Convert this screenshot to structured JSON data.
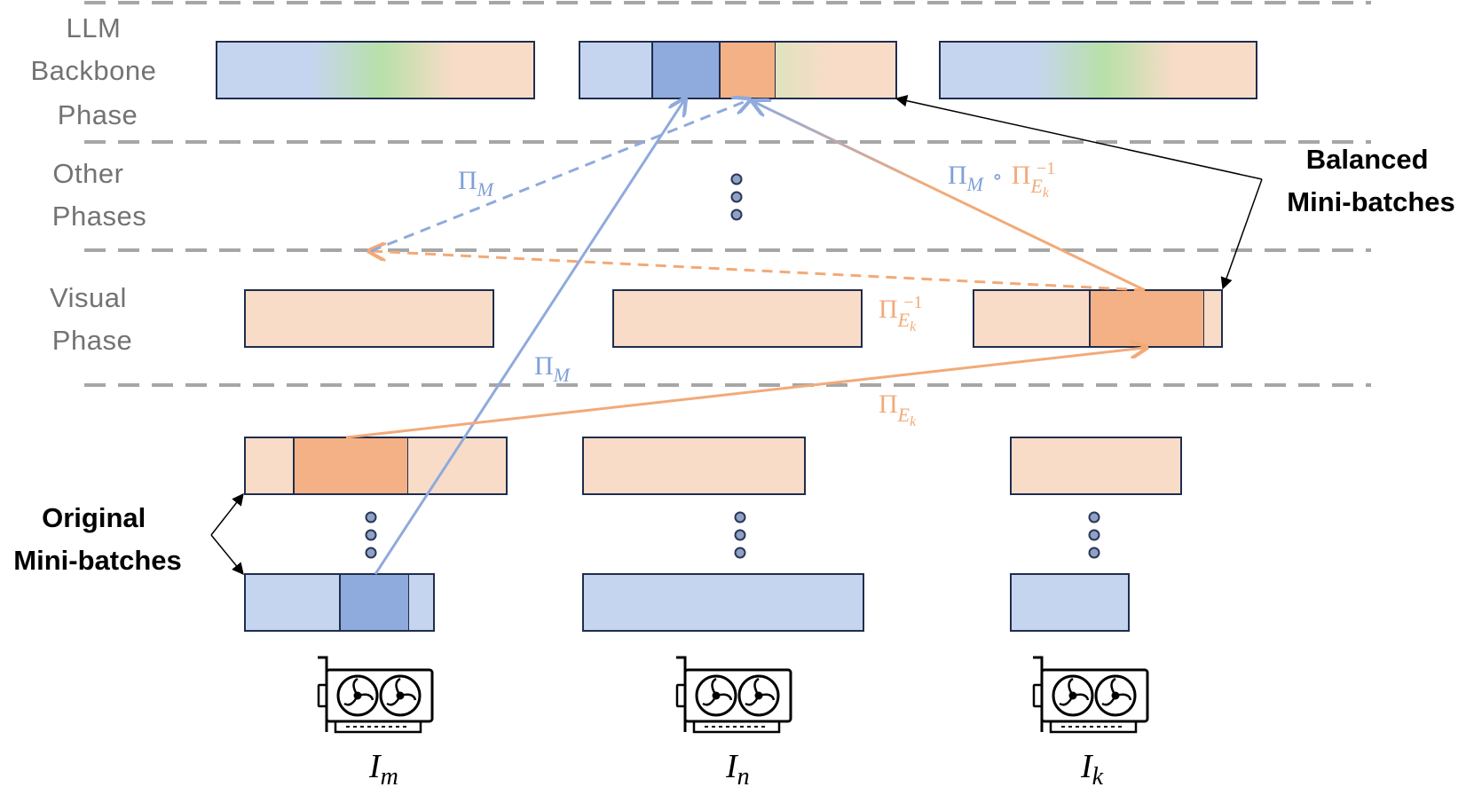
{
  "phases": {
    "llm": [
      "LLM",
      "Backbone",
      "Phase"
    ],
    "other": [
      "Other",
      "Phases"
    ],
    "visual": [
      "Visual",
      "Phase"
    ]
  },
  "callouts": {
    "balanced": [
      "Balanced",
      "Mini-batches"
    ],
    "original": [
      "Original",
      "Mini-batches"
    ]
  },
  "permutations": {
    "pi_symbol": "Π",
    "sub_m": "M",
    "sub_ek": "E",
    "sub_k": "k",
    "sup_inv": "−1",
    "compose": "∘"
  },
  "gpus": [
    {
      "base": "I",
      "sub": "m",
      "icon": "gpu-card-icon"
    },
    {
      "base": "I",
      "sub": "n",
      "icon": "gpu-card-icon"
    },
    {
      "base": "I",
      "sub": "k",
      "icon": "gpu-card-icon"
    }
  ],
  "colors": {
    "text_blue": "#7f9fd8",
    "text_orange": "#f2aa78",
    "blue_light": "#c6d5ef",
    "blue_dark": "#8faadc",
    "orange_light": "#f9dcc8",
    "orange_dark": "#f4b186",
    "green": "#b8e0a8",
    "dash_gray": "#a6a6a6"
  }
}
